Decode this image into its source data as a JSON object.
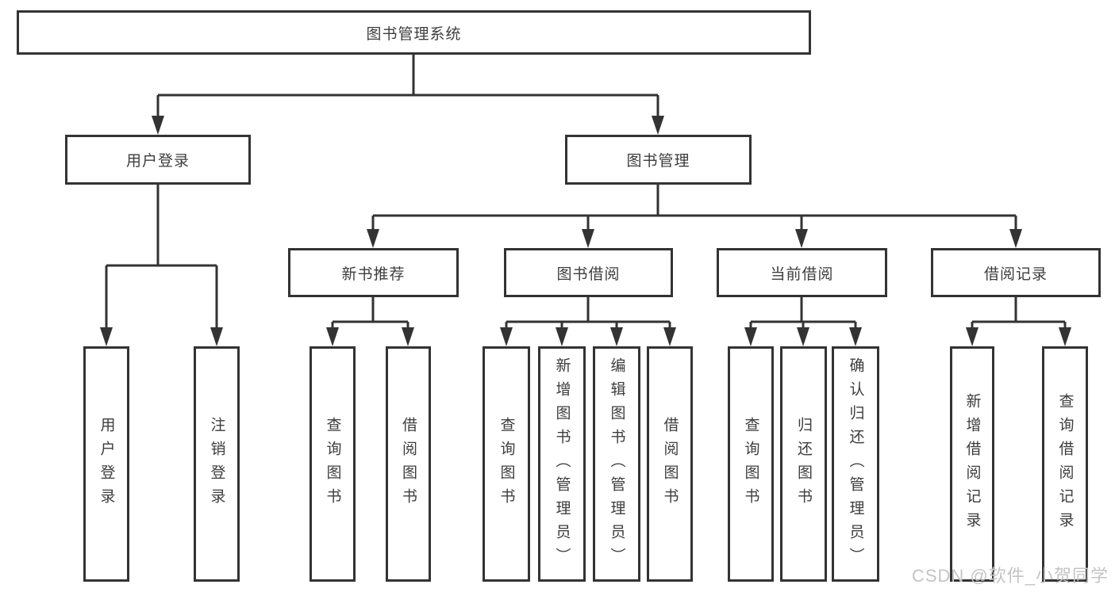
{
  "diagram_type": "hierarchy-tree",
  "colors": {
    "line": "#333333",
    "box_border": "#333333",
    "text": "#3d3d3d",
    "watermark": "#c4c4c4",
    "background": "#ffffff"
  },
  "tree": {
    "label": "图书管理系统",
    "children": [
      {
        "label": "用户登录",
        "children": [
          {
            "label": "用户登录"
          },
          {
            "label": "注销登录"
          }
        ]
      },
      {
        "label": "图书管理",
        "children": [
          {
            "label": "新书推荐",
            "children": [
              {
                "label": "查询图书"
              },
              {
                "label": "借阅图书"
              }
            ]
          },
          {
            "label": "图书借阅",
            "children": [
              {
                "label": "查询图书"
              },
              {
                "label": "新增图书（管理员）"
              },
              {
                "label": "编辑图书（管理员）"
              },
              {
                "label": "借阅图书"
              }
            ]
          },
          {
            "label": "当前借阅",
            "children": [
              {
                "label": "查询图书"
              },
              {
                "label": "归还图书"
              },
              {
                "label": "确认归还（管理员）"
              }
            ]
          },
          {
            "label": "借阅记录",
            "children": [
              {
                "label": "新增借阅记录"
              },
              {
                "label": "查询借阅记录"
              }
            ]
          }
        ]
      }
    ]
  },
  "watermark": {
    "text": "CSDN @软件_小贺同学"
  }
}
